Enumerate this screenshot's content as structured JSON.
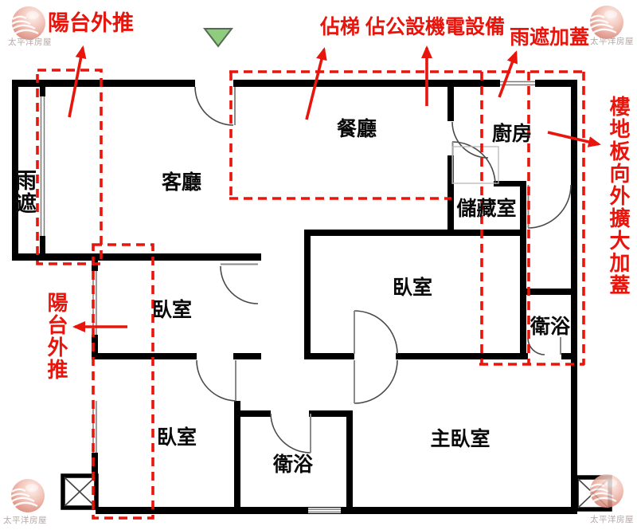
{
  "annotations": {
    "balcony_push_top": "陽台外推",
    "occupy_stairs_facilities": "佔梯 佔公設機電設備",
    "rain_shelter_added_cover": "雨遮加蓋",
    "floor_slab_expanded_cover": "樓地板向外擴大加蓋",
    "rain_shelter": "雨遮",
    "balcony_push_left": "陽台外推"
  },
  "rooms": {
    "living_room": "客廳",
    "dining_room": "餐廳",
    "kitchen": "廚房",
    "storage_room": "儲藏室",
    "bedroom": "臥室",
    "master_bedroom": "主臥室",
    "bathroom": "衛浴"
  },
  "watermark_text": "太平洋房屋",
  "legend": {
    "entrance_marker": "green-triangle-entrance"
  },
  "colors": {
    "annotation_red": "#e8150d",
    "wall_black": "#000000",
    "triangle_green_fill": "#8fcd7e",
    "triangle_green_border": "#566b55"
  }
}
